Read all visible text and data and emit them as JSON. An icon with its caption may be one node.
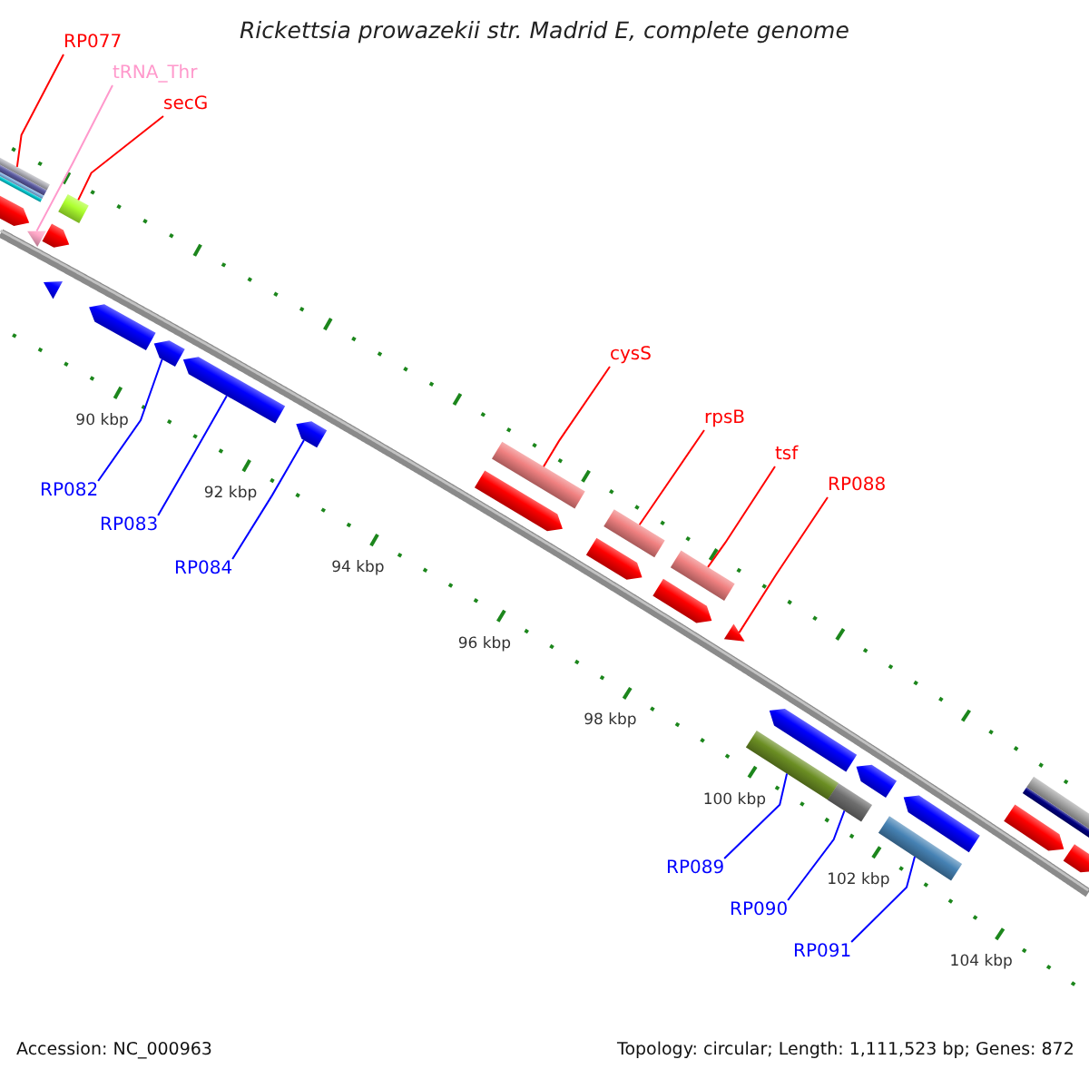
{
  "diagram": {
    "title": "Rickettsia prowazekii str. Madrid E, complete genome",
    "nodes": [
      {
        "text": [
          "RP077"
        ]
      },
      {
        "text": [],
        "shape": "bar"
      },
      {
        "text": [],
        "shape": "arrow"
      },
      {
        "text": [
          "tRNA_Thr"
        ]
      },
      {
        "text": [],
        "shape": "triangle"
      },
      {
        "text": [
          "secG"
        ]
      },
      {
        "text": [],
        "shape": "bar"
      },
      {
        "text": [],
        "shape": "arrow"
      },
      {
        "text": [],
        "shape": "triangle"
      },
      {
        "text": [],
        "shape": "arrow"
      },
      {
        "text": [
          "RP082"
        ]
      },
      {
        "text": [],
        "shape": "arrow"
      },
      {
        "text": [
          "RP083"
        ]
      },
      {
        "text": [],
        "shape": "arrow"
      },
      {
        "text": [
          "RP084"
        ]
      },
      {
        "text": [],
        "shape": "arrow"
      },
      {
        "text": [
          "cysS"
        ]
      },
      {
        "text": [],
        "shape": "bar"
      },
      {
        "text": [],
        "shape": "arrow"
      },
      {
        "text": [
          "rpsB"
        ]
      },
      {
        "text": [],
        "shape": "bar"
      },
      {
        "text": [],
        "shape": "arrow"
      },
      {
        "text": [
          "tsf"
        ]
      },
      {
        "text": [],
        "shape": "bar"
      },
      {
        "text": [],
        "shape": "arrow"
      },
      {
        "text": [
          "RP088"
        ]
      },
      {
        "text": [],
        "shape": "triangle"
      },
      {
        "text": [],
        "shape": "arrow"
      },
      {
        "text": [
          "RP089"
        ]
      },
      {
        "text": [],
        "shape": "bar"
      },
      {
        "text": [],
        "shape": "arrow"
      },
      {
        "text": [
          "RP090"
        ]
      },
      {
        "text": [],
        "shape": "bar"
      },
      {
        "text": [],
        "shape": "arrow"
      },
      {
        "text": [
          "RP091"
        ]
      },
      {
        "text": [],
        "shape": "bar"
      },
      {
        "text": [],
        "shape": "bar"
      },
      {
        "text": [],
        "shape": "arrow"
      },
      {
        "text": [],
        "shape": "arrow"
      }
    ],
    "edges": [
      {
        "from": 0,
        "to": 1,
        "arrow": "none",
        "color": "#ff0000"
      },
      {
        "from": 3,
        "to": 4,
        "arrow": "none",
        "color": "#ff99cc"
      },
      {
        "from": 5,
        "to": 6,
        "arrow": "none",
        "color": "#ff0000"
      },
      {
        "from": 16,
        "to": 17,
        "arrow": "none",
        "color": "#ff0000"
      },
      {
        "from": 19,
        "to": 20,
        "arrow": "none",
        "color": "#ff0000"
      },
      {
        "from": 22,
        "to": 23,
        "arrow": "none",
        "color": "#ff0000"
      },
      {
        "from": 25,
        "to": 26,
        "arrow": "none",
        "color": "#ff0000"
      },
      {
        "from": 10,
        "to": 11,
        "arrow": "none",
        "color": "#0000ff"
      },
      {
        "from": 12,
        "to": 13,
        "arrow": "none",
        "color": "#0000ff"
      },
      {
        "from": 14,
        "to": 15,
        "arrow": "none",
        "color": "#0000ff"
      },
      {
        "from": 28,
        "to": 29,
        "arrow": "none",
        "color": "#0000ff"
      },
      {
        "from": 31,
        "to": 32,
        "arrow": "none",
        "color": "#0000ff"
      },
      {
        "from": 34,
        "to": 35,
        "arrow": "none",
        "color": "#0000ff"
      }
    ],
    "labels": [
      "90 kbp",
      "92 kbp",
      "94 kbp",
      "96 kbp",
      "98 kbp",
      "100 kbp",
      "102 kbp",
      "104 kbp",
      "Accession: NC_000963",
      "Topology: circular; Length: 1,111,523 bp; Genes: 872"
    ]
  }
}
